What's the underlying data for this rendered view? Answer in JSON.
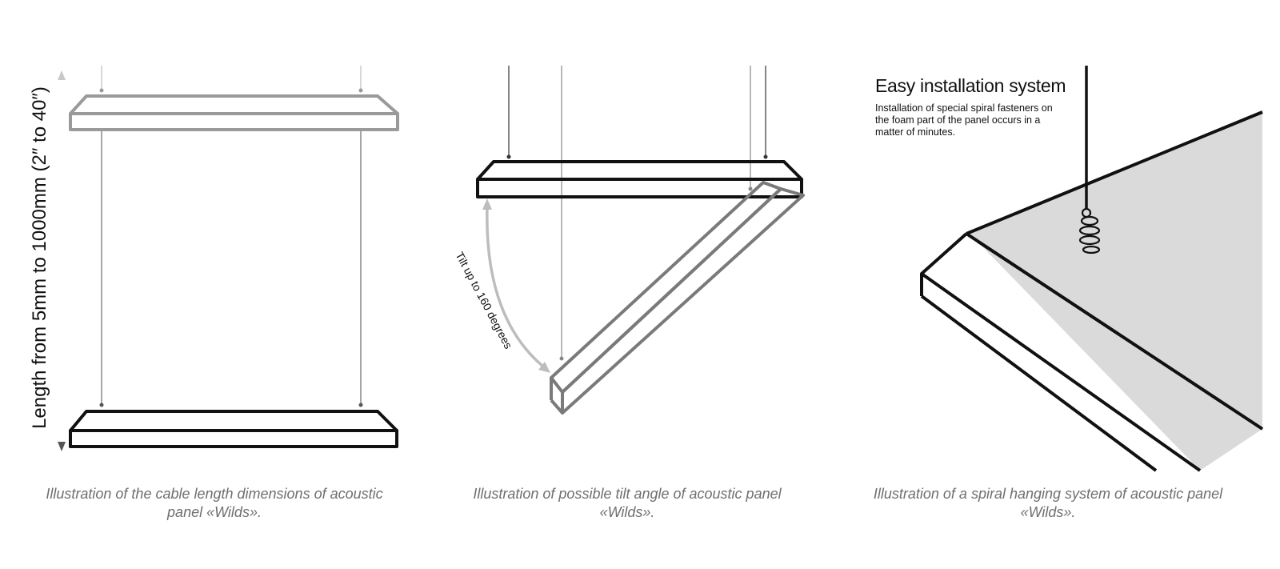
{
  "figure1": {
    "dimension_label": "Length from 5mm to 1000mm (2″ to 40″)",
    "caption": "Illustration of the cable length dimensions of acoustic panel «Wilds»."
  },
  "figure2": {
    "tilt_label": "Tilt up to 160 degrees",
    "caption": "Illustration of possible tilt angle of acoustic panel «Wilds»."
  },
  "figure3": {
    "title": "Easy installation system",
    "description": "Installation of special spiral fasteners on the foam part of the panel occurs in a matter of minutes.",
    "caption": "Illustration of a spiral hanging system of acoustic panel «Wilds»."
  },
  "colors": {
    "panel_dark": "#111111",
    "panel_grey": "#8a8a8a",
    "panel_fill": "#dadada",
    "caption_text": "#6f6f6f"
  }
}
